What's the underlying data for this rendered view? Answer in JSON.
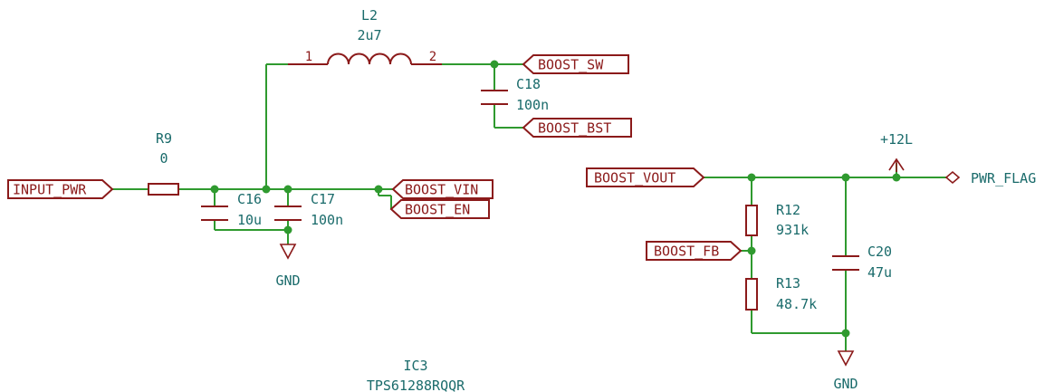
{
  "labels": {
    "input_pwr": "INPUT_PWR",
    "boost_sw": "BOOST_SW",
    "boost_bst": "BOOST_BST",
    "boost_vin": "BOOST_VIN",
    "boost_en": "BOOST_EN",
    "boost_vout": "BOOST_VOUT",
    "boost_fb": "BOOST_FB",
    "pwr_flag": "PWR_FLAG"
  },
  "components": {
    "l2": {
      "ref": "L2",
      "value": "2u7",
      "pin1": "1",
      "pin2": "2"
    },
    "r9": {
      "ref": "R9",
      "value": "0"
    },
    "c16": {
      "ref": "C16",
      "value": "10u"
    },
    "c17": {
      "ref": "C17",
      "value": "100n"
    },
    "c18": {
      "ref": "C18",
      "value": "100n"
    },
    "r12": {
      "ref": "R12",
      "value": "931k"
    },
    "r13": {
      "ref": "R13",
      "value": "48.7k"
    },
    "c20": {
      "ref": "C20",
      "value": "47u"
    },
    "ic3": {
      "ref": "IC3",
      "value": "TPS61288RQQR"
    }
  },
  "power": {
    "gnd_left": "GND",
    "gnd_right": "GND",
    "v12": "+12L"
  },
  "colors": {
    "wire": "#2f9a2f",
    "component": "#8b1a1a",
    "reference": "#1a6b6b"
  }
}
